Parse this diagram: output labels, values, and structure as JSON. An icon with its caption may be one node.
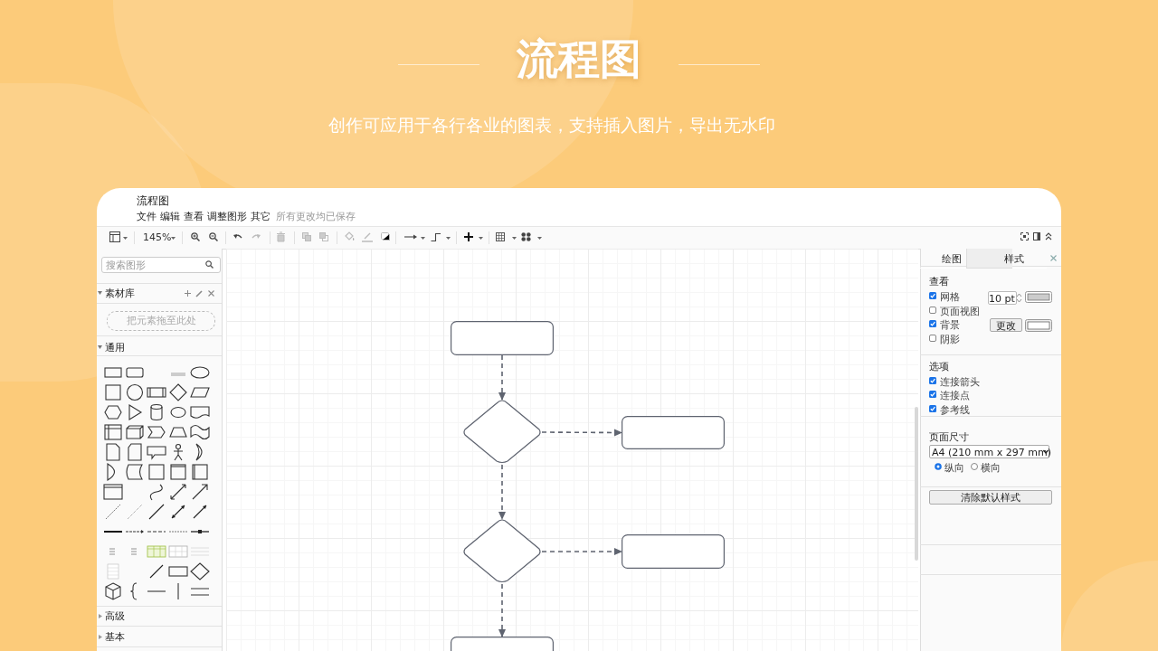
{
  "diagram": {
    "title": "流程图",
    "nodes": [
      {
        "text": [],
        "shape": "box"
      },
      {
        "text": [],
        "shape": "diamond"
      },
      {
        "text": [],
        "shape": "box"
      },
      {
        "text": [],
        "shape": "diamond"
      },
      {
        "text": [],
        "shape": "box"
      },
      {
        "text": [],
        "shape": "box"
      }
    ],
    "edges": [
      {
        "from": 0,
        "to": 1,
        "arrow": "to",
        "style": "dashed"
      },
      {
        "from": 1,
        "to": 2,
        "arrow": "to",
        "style": "dashed"
      },
      {
        "from": 1,
        "to": 3,
        "arrow": "to",
        "style": "dashed"
      },
      {
        "from": 3,
        "to": 4,
        "arrow": "to",
        "style": "dashed"
      },
      {
        "from": 3,
        "to": 5,
        "arrow": "to",
        "style": "dashed"
      }
    ],
    "labels": [
      "创作可应用于各行各业的图表，支持插入图片，导出无水印",
      "流程图",
      "文件",
      "编辑",
      "查看",
      "调整图形",
      "其它",
      "所有更改均已保存",
      "145%",
      "搜索图形",
      "素材库",
      "把元素拖至此处",
      "通用",
      "高级",
      "基本",
      "绘图",
      "样式",
      "查看",
      "网格",
      "10 pt",
      "页面视图",
      "背景",
      "更改",
      "阴影",
      "选项",
      "连接箭头",
      "连接点",
      "参考线",
      "页面尺寸",
      "A4 (210 mm x 297 mm)",
      "纵向",
      "横向",
      "清除默认样式"
    ]
  }
}
